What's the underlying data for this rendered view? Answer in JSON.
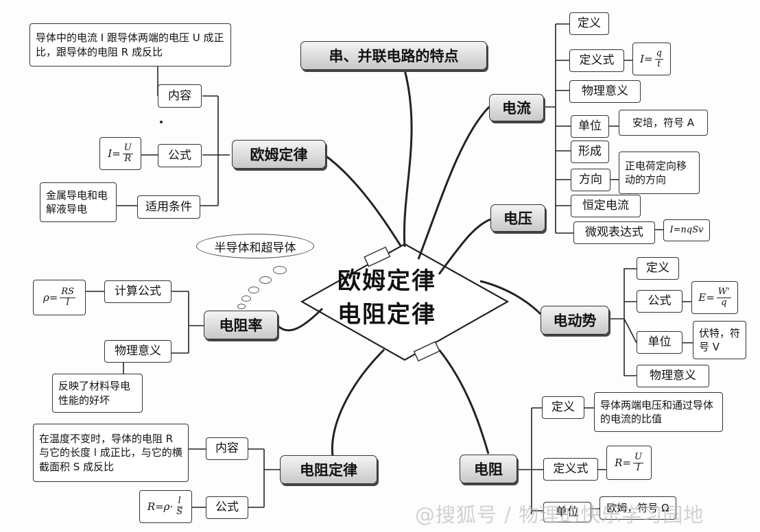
{
  "center": {
    "line1": "欧姆定律",
    "line2": "电阻定律"
  },
  "branches": {
    "series_parallel": "串、并联电路的特点",
    "ohm": "欧姆定律",
    "current": "电流",
    "voltage": "电压",
    "emf": "电动势",
    "resistivity": "电阻率",
    "resistance_law": "电阻定律",
    "resistance": "电阻"
  },
  "ohm": {
    "content_label": "内容",
    "content_text": "导体中的电流 I 跟导体两端的电压 U 成正比，跟导体的电阻 R 成反比",
    "formula_label": "公式",
    "formula": {
      "lhs": "I=",
      "num": "U",
      "den": "R"
    },
    "condition_label": "适用条件",
    "condition_text": "金属导电和电解液导电"
  },
  "semiconductor": "半导体和超导体",
  "current": {
    "def": "定义",
    "def_formula_label": "定义式",
    "def_formula": {
      "lhs": "I=",
      "num": "q",
      "den": "t"
    },
    "physical": "物理意义",
    "unit_label": "单位",
    "unit_text": "安培，符号 A",
    "formation": "形成",
    "direction_label": "方向",
    "direction_text": "正电荷定向移动的方向",
    "steady": "恒定电流",
    "micro_label": "微观表达式",
    "micro_formula": "I=nqSv"
  },
  "emf": {
    "def": "定义",
    "formula_label": "公式",
    "formula": {
      "lhs": "E=",
      "num": "W'",
      "den": "q"
    },
    "unit_label": "单位",
    "unit_text": "伏特，符号 V",
    "physical": "物理意义"
  },
  "resistivity": {
    "formula_label": "计算公式",
    "formula": {
      "lhs": "ρ=",
      "num": "RS",
      "den": "l"
    },
    "physical_label": "物理意义",
    "physical_text": "反映了材料导电性能的好坏"
  },
  "resistance_law": {
    "content_label": "内容",
    "content_text": "在温度不变时，导体的电阻 R 与它的长度 l 成正比，与它的横截面积 S 成反比",
    "formula_label": "公式",
    "formula": {
      "lhs": "R=ρ·",
      "num": "l",
      "den": "S"
    }
  },
  "resistance": {
    "def_label": "定义",
    "def_text": "导体两端电压和通过导体的电流的比值",
    "def_formula_label": "定义式",
    "def_formula": {
      "lhs": "R=",
      "num": "U",
      "den": "I"
    },
    "unit_label": "单位",
    "unit_text": "欧姆，符号 Ω"
  },
  "watermark": "@搜狐号 / 物理的快乐学习园地"
}
